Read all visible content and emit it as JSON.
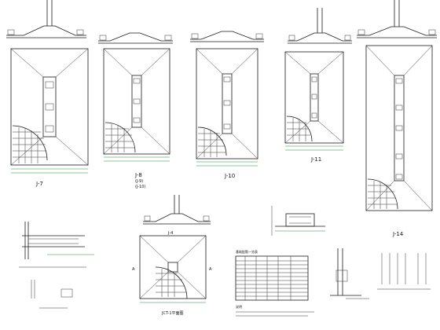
{
  "drawing": {
    "labels": {
      "j7": "J-7",
      "j8": "J-8",
      "j8_sub1": "(J-9)",
      "j8_sub2": "(J-10)",
      "j10": "J-10",
      "j11": "J-11",
      "j14": "J-14",
      "j4": "J-4",
      "section_a": "A",
      "section_b": "A",
      "note_head": "说明",
      "plan_caption": "JCT-1平面图",
      "table_title": "基础配筋一览表"
    }
  }
}
